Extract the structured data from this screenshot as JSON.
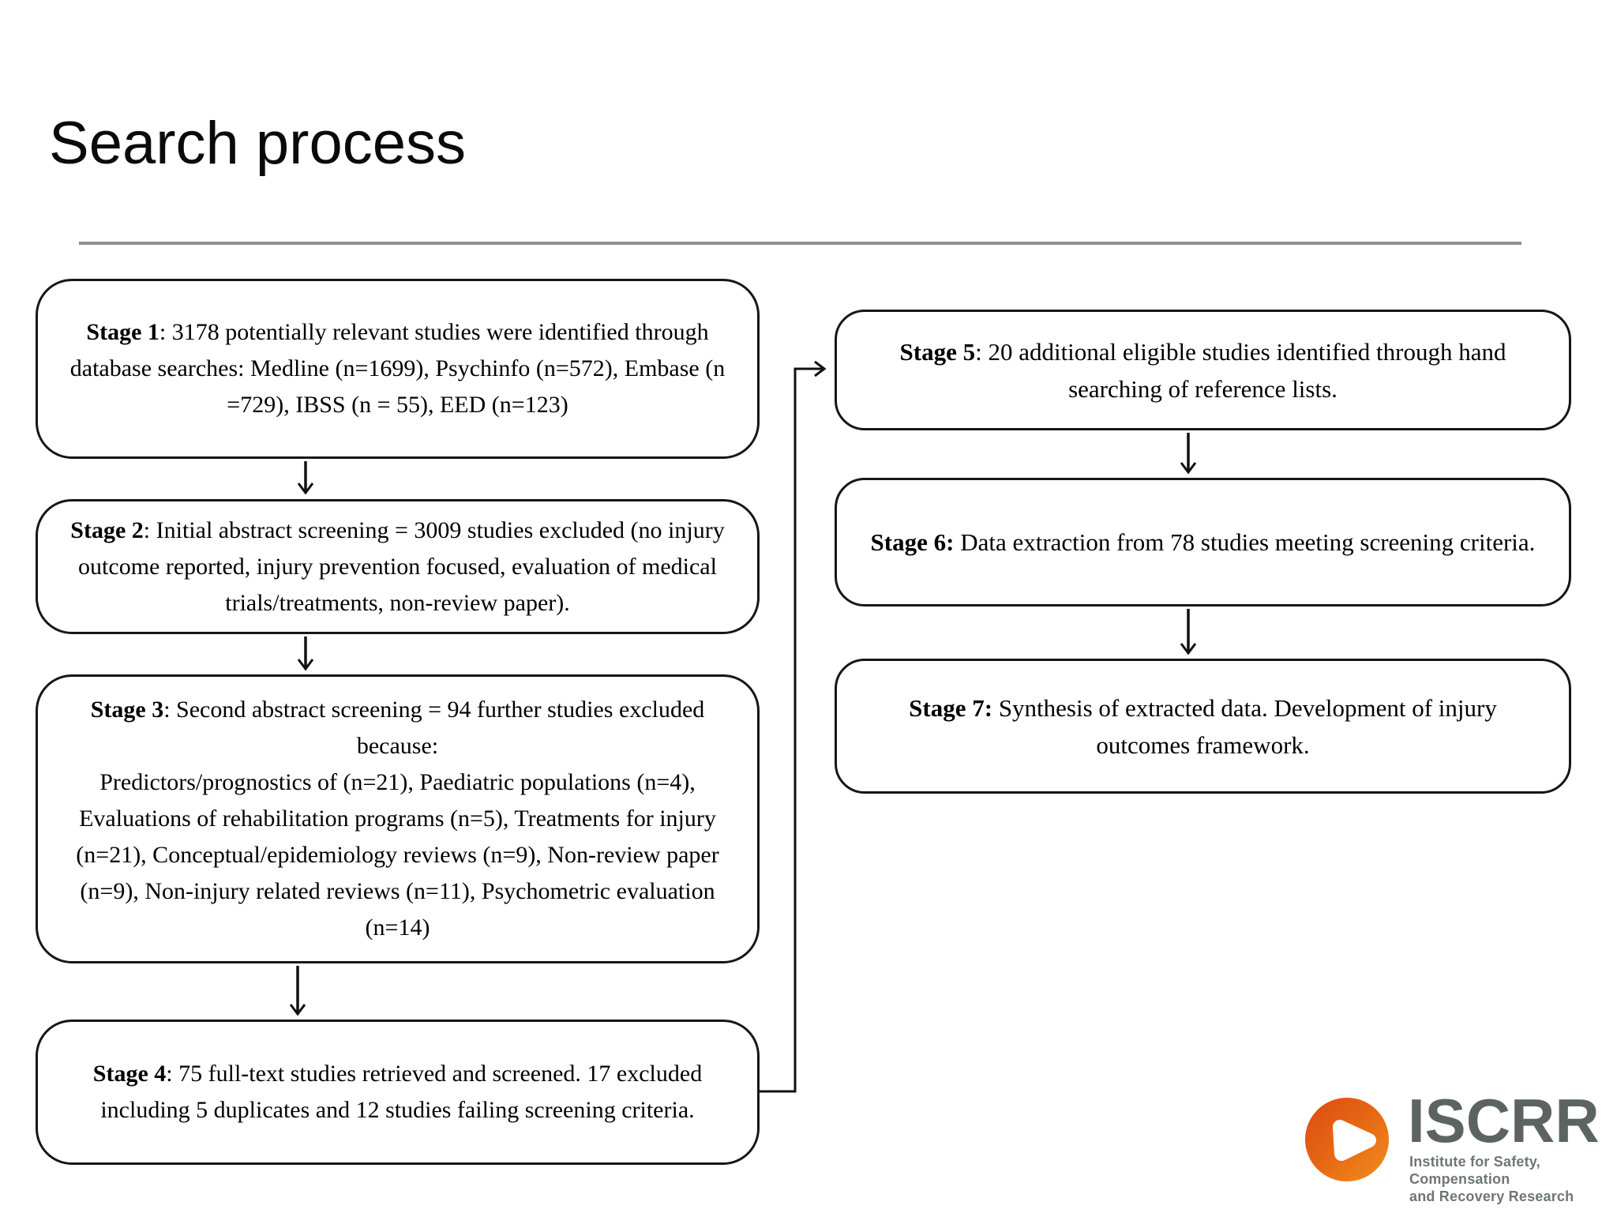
{
  "page": {
    "title": "Search process"
  },
  "flowchart": {
    "left_stages": [
      {
        "label": "Stage 1",
        "text": ": 3178 potentially relevant studies were identified through database searches: Medline (n=1699), Psychinfo (n=572), Embase (n =729), IBSS (n = 55), EED (n=123)"
      },
      {
        "label": "Stage 2",
        "text": ": Initial abstract screening = 3009 studies excluded (no injury outcome reported, injury prevention focused, evaluation of medical trials/treatments, non-review paper)."
      },
      {
        "label": "Stage 3",
        "text": ": Second abstract screening = 94 further studies excluded because:\nPredictors/prognostics of (n=21),  Paediatric populations (n=4),  Evaluations of rehabilitation programs (n=5), Treatments for injury (n=21), Conceptual/epidemiology reviews (n=9), Non-review paper (n=9), Non-injury related reviews (n=11), Psychometric  evaluation (n=14)"
      },
      {
        "label": "Stage 4",
        "text": ": 75 full-text studies retrieved and screened. 17 excluded including 5 duplicates and 12 studies failing screening criteria."
      }
    ],
    "right_stages": [
      {
        "label": "Stage 5",
        "text": ": 20 additional eligible studies identified through hand searching of reference lists."
      },
      {
        "label": "Stage 6:",
        "text": " Data extraction from 78 studies meeting screening criteria."
      },
      {
        "label": "Stage 7:",
        "text": " Synthesis of extracted data. Development of injury outcomes framework."
      }
    ],
    "arrow_color": "#111111"
  },
  "logo": {
    "wordmark": "ISCRR",
    "tagline": "Institute for Safety, Compensation\nand Recovery Research",
    "colors": {
      "swirl_dark": "#dd4a10",
      "swirl_mid": "#e66814",
      "swirl_light": "#f28e20",
      "wordmark_text": "#5c6462",
      "tagline_text": "#6e7674"
    }
  }
}
